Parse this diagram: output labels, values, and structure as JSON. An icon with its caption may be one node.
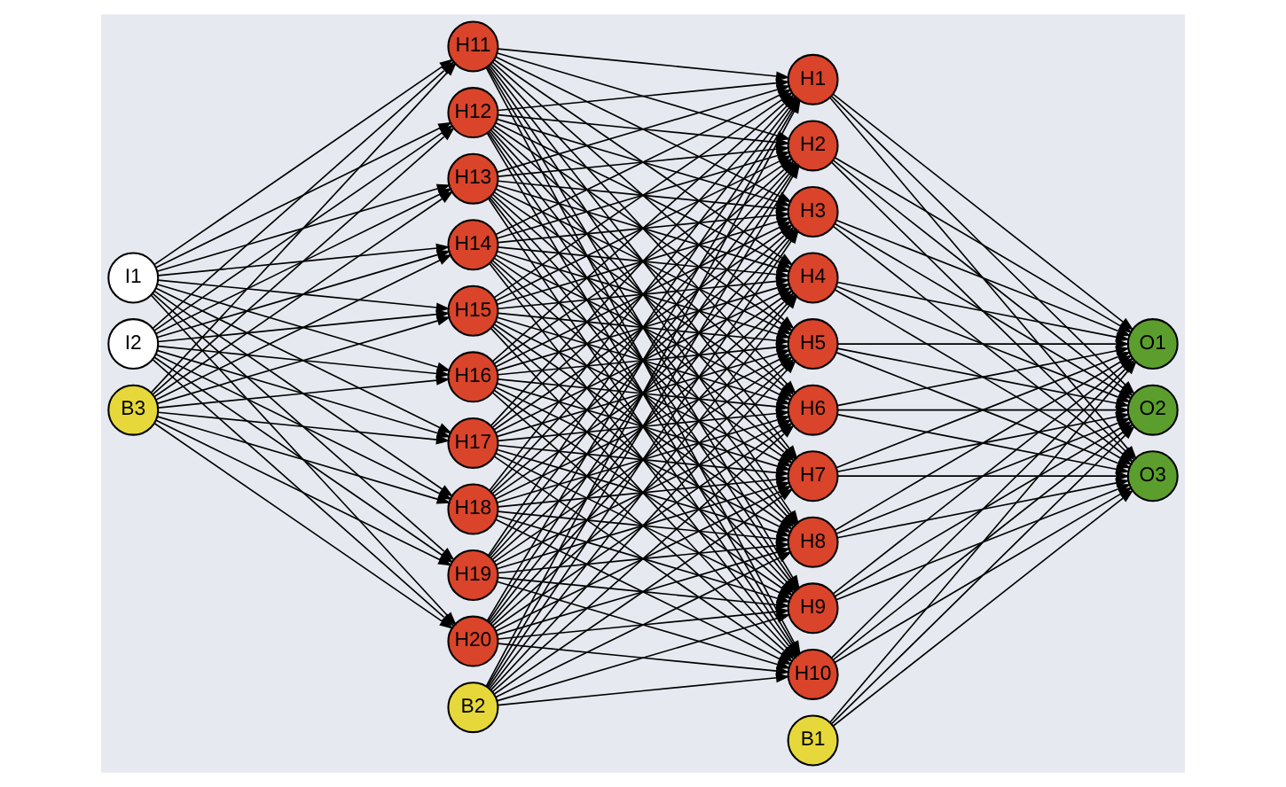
{
  "diagram": {
    "nodes": [
      {
        "text": [
          "I1"
        ]
      },
      {
        "text": [
          "I2"
        ]
      },
      {
        "text": [
          "B3"
        ]
      },
      {
        "text": [
          "H11"
        ]
      },
      {
        "text": [
          "H12"
        ]
      },
      {
        "text": [
          "H13"
        ]
      },
      {
        "text": [
          "H14"
        ]
      },
      {
        "text": [
          "H15"
        ]
      },
      {
        "text": [
          "H16"
        ]
      },
      {
        "text": [
          "H17"
        ]
      },
      {
        "text": [
          "H18"
        ]
      },
      {
        "text": [
          "H19"
        ]
      },
      {
        "text": [
          "H20"
        ]
      },
      {
        "text": [
          "B2"
        ]
      },
      {
        "text": [
          "H1"
        ]
      },
      {
        "text": [
          "H2"
        ]
      },
      {
        "text": [
          "H3"
        ]
      },
      {
        "text": [
          "H4"
        ]
      },
      {
        "text": [
          "H5"
        ]
      },
      {
        "text": [
          "H6"
        ]
      },
      {
        "text": [
          "H7"
        ]
      },
      {
        "text": [
          "H8"
        ]
      },
      {
        "text": [
          "H9"
        ]
      },
      {
        "text": [
          "H10"
        ]
      },
      {
        "text": [
          "B1"
        ]
      },
      {
        "text": [
          "O1"
        ]
      },
      {
        "text": [
          "O2"
        ]
      },
      {
        "text": [
          "O3"
        ]
      }
    ],
    "edges": [
      {
        "from": 0,
        "to": 3,
        "arrow": "to"
      },
      {
        "from": 0,
        "to": 4,
        "arrow": "to"
      },
      {
        "from": 0,
        "to": 5,
        "arrow": "to"
      },
      {
        "from": 0,
        "to": 6,
        "arrow": "to"
      },
      {
        "from": 0,
        "to": 7,
        "arrow": "to"
      },
      {
        "from": 0,
        "to": 8,
        "arrow": "to"
      },
      {
        "from": 0,
        "to": 9,
        "arrow": "to"
      },
      {
        "from": 0,
        "to": 10,
        "arrow": "to"
      },
      {
        "from": 0,
        "to": 11,
        "arrow": "to"
      },
      {
        "from": 0,
        "to": 12,
        "arrow": "to"
      },
      {
        "from": 1,
        "to": 3,
        "arrow": "to"
      },
      {
        "from": 1,
        "to": 4,
        "arrow": "to"
      },
      {
        "from": 1,
        "to": 5,
        "arrow": "to"
      },
      {
        "from": 1,
        "to": 6,
        "arrow": "to"
      },
      {
        "from": 1,
        "to": 7,
        "arrow": "to"
      },
      {
        "from": 1,
        "to": 8,
        "arrow": "to"
      },
      {
        "from": 1,
        "to": 9,
        "arrow": "to"
      },
      {
        "from": 1,
        "to": 10,
        "arrow": "to"
      },
      {
        "from": 1,
        "to": 11,
        "arrow": "to"
      },
      {
        "from": 1,
        "to": 12,
        "arrow": "to"
      },
      {
        "from": 2,
        "to": 3,
        "arrow": "to"
      },
      {
        "from": 2,
        "to": 4,
        "arrow": "to"
      },
      {
        "from": 2,
        "to": 5,
        "arrow": "to"
      },
      {
        "from": 2,
        "to": 6,
        "arrow": "to"
      },
      {
        "from": 2,
        "to": 7,
        "arrow": "to"
      },
      {
        "from": 2,
        "to": 8,
        "arrow": "to"
      },
      {
        "from": 2,
        "to": 9,
        "arrow": "to"
      },
      {
        "from": 2,
        "to": 10,
        "arrow": "to"
      },
      {
        "from": 2,
        "to": 11,
        "arrow": "to"
      },
      {
        "from": 2,
        "to": 12,
        "arrow": "to"
      },
      {
        "from": 3,
        "to": 14,
        "arrow": "to"
      },
      {
        "from": 3,
        "to": 15,
        "arrow": "to"
      },
      {
        "from": 3,
        "to": 16,
        "arrow": "to"
      },
      {
        "from": 3,
        "to": 17,
        "arrow": "to"
      },
      {
        "from": 3,
        "to": 18,
        "arrow": "to"
      },
      {
        "from": 3,
        "to": 19,
        "arrow": "to"
      },
      {
        "from": 3,
        "to": 20,
        "arrow": "to"
      },
      {
        "from": 3,
        "to": 21,
        "arrow": "to"
      },
      {
        "from": 3,
        "to": 22,
        "arrow": "to"
      },
      {
        "from": 3,
        "to": 23,
        "arrow": "to"
      },
      {
        "from": 4,
        "to": 14,
        "arrow": "to"
      },
      {
        "from": 4,
        "to": 15,
        "arrow": "to"
      },
      {
        "from": 4,
        "to": 16,
        "arrow": "to"
      },
      {
        "from": 4,
        "to": 17,
        "arrow": "to"
      },
      {
        "from": 4,
        "to": 18,
        "arrow": "to"
      },
      {
        "from": 4,
        "to": 19,
        "arrow": "to"
      },
      {
        "from": 4,
        "to": 20,
        "arrow": "to"
      },
      {
        "from": 4,
        "to": 21,
        "arrow": "to"
      },
      {
        "from": 4,
        "to": 22,
        "arrow": "to"
      },
      {
        "from": 4,
        "to": 23,
        "arrow": "to"
      },
      {
        "from": 5,
        "to": 14,
        "arrow": "to"
      },
      {
        "from": 5,
        "to": 15,
        "arrow": "to"
      },
      {
        "from": 5,
        "to": 16,
        "arrow": "to"
      },
      {
        "from": 5,
        "to": 17,
        "arrow": "to"
      },
      {
        "from": 5,
        "to": 18,
        "arrow": "to"
      },
      {
        "from": 5,
        "to": 19,
        "arrow": "to"
      },
      {
        "from": 5,
        "to": 20,
        "arrow": "to"
      },
      {
        "from": 5,
        "to": 21,
        "arrow": "to"
      },
      {
        "from": 5,
        "to": 22,
        "arrow": "to"
      },
      {
        "from": 5,
        "to": 23,
        "arrow": "to"
      },
      {
        "from": 6,
        "to": 14,
        "arrow": "to"
      },
      {
        "from": 6,
        "to": 15,
        "arrow": "to"
      },
      {
        "from": 6,
        "to": 16,
        "arrow": "to"
      },
      {
        "from": 6,
        "to": 17,
        "arrow": "to"
      },
      {
        "from": 6,
        "to": 18,
        "arrow": "to"
      },
      {
        "from": 6,
        "to": 19,
        "arrow": "to"
      },
      {
        "from": 6,
        "to": 20,
        "arrow": "to"
      },
      {
        "from": 6,
        "to": 21,
        "arrow": "to"
      },
      {
        "from": 6,
        "to": 22,
        "arrow": "to"
      },
      {
        "from": 6,
        "to": 23,
        "arrow": "to"
      },
      {
        "from": 7,
        "to": 14,
        "arrow": "to"
      },
      {
        "from": 7,
        "to": 15,
        "arrow": "to"
      },
      {
        "from": 7,
        "to": 16,
        "arrow": "to"
      },
      {
        "from": 7,
        "to": 17,
        "arrow": "to"
      },
      {
        "from": 7,
        "to": 18,
        "arrow": "to"
      },
      {
        "from": 7,
        "to": 19,
        "arrow": "to"
      },
      {
        "from": 7,
        "to": 20,
        "arrow": "to"
      },
      {
        "from": 7,
        "to": 21,
        "arrow": "to"
      },
      {
        "from": 7,
        "to": 22,
        "arrow": "to"
      },
      {
        "from": 7,
        "to": 23,
        "arrow": "to"
      },
      {
        "from": 8,
        "to": 14,
        "arrow": "to"
      },
      {
        "from": 8,
        "to": 15,
        "arrow": "to"
      },
      {
        "from": 8,
        "to": 16,
        "arrow": "to"
      },
      {
        "from": 8,
        "to": 17,
        "arrow": "to"
      },
      {
        "from": 8,
        "to": 18,
        "arrow": "to"
      },
      {
        "from": 8,
        "to": 19,
        "arrow": "to"
      },
      {
        "from": 8,
        "to": 20,
        "arrow": "to"
      },
      {
        "from": 8,
        "to": 21,
        "arrow": "to"
      },
      {
        "from": 8,
        "to": 22,
        "arrow": "to"
      },
      {
        "from": 8,
        "to": 23,
        "arrow": "to"
      },
      {
        "from": 9,
        "to": 14,
        "arrow": "to"
      },
      {
        "from": 9,
        "to": 15,
        "arrow": "to"
      },
      {
        "from": 9,
        "to": 16,
        "arrow": "to"
      },
      {
        "from": 9,
        "to": 17,
        "arrow": "to"
      },
      {
        "from": 9,
        "to": 18,
        "arrow": "to"
      },
      {
        "from": 9,
        "to": 19,
        "arrow": "to"
      },
      {
        "from": 9,
        "to": 20,
        "arrow": "to"
      },
      {
        "from": 9,
        "to": 21,
        "arrow": "to"
      },
      {
        "from": 9,
        "to": 22,
        "arrow": "to"
      },
      {
        "from": 9,
        "to": 23,
        "arrow": "to"
      },
      {
        "from": 10,
        "to": 14,
        "arrow": "to"
      },
      {
        "from": 10,
        "to": 15,
        "arrow": "to"
      },
      {
        "from": 10,
        "to": 16,
        "arrow": "to"
      },
      {
        "from": 10,
        "to": 17,
        "arrow": "to"
      },
      {
        "from": 10,
        "to": 18,
        "arrow": "to"
      },
      {
        "from": 10,
        "to": 19,
        "arrow": "to"
      },
      {
        "from": 10,
        "to": 20,
        "arrow": "to"
      },
      {
        "from": 10,
        "to": 21,
        "arrow": "to"
      },
      {
        "from": 10,
        "to": 22,
        "arrow": "to"
      },
      {
        "from": 10,
        "to": 23,
        "arrow": "to"
      },
      {
        "from": 11,
        "to": 14,
        "arrow": "to"
      },
      {
        "from": 11,
        "to": 15,
        "arrow": "to"
      },
      {
        "from": 11,
        "to": 16,
        "arrow": "to"
      },
      {
        "from": 11,
        "to": 17,
        "arrow": "to"
      },
      {
        "from": 11,
        "to": 18,
        "arrow": "to"
      },
      {
        "from": 11,
        "to": 19,
        "arrow": "to"
      },
      {
        "from": 11,
        "to": 20,
        "arrow": "to"
      },
      {
        "from": 11,
        "to": 21,
        "arrow": "to"
      },
      {
        "from": 11,
        "to": 22,
        "arrow": "to"
      },
      {
        "from": 11,
        "to": 23,
        "arrow": "to"
      },
      {
        "from": 12,
        "to": 14,
        "arrow": "to"
      },
      {
        "from": 12,
        "to": 15,
        "arrow": "to"
      },
      {
        "from": 12,
        "to": 16,
        "arrow": "to"
      },
      {
        "from": 12,
        "to": 17,
        "arrow": "to"
      },
      {
        "from": 12,
        "to": 18,
        "arrow": "to"
      },
      {
        "from": 12,
        "to": 19,
        "arrow": "to"
      },
      {
        "from": 12,
        "to": 20,
        "arrow": "to"
      },
      {
        "from": 12,
        "to": 21,
        "arrow": "to"
      },
      {
        "from": 12,
        "to": 22,
        "arrow": "to"
      },
      {
        "from": 12,
        "to": 23,
        "arrow": "to"
      },
      {
        "from": 13,
        "to": 14,
        "arrow": "to"
      },
      {
        "from": 13,
        "to": 15,
        "arrow": "to"
      },
      {
        "from": 13,
        "to": 16,
        "arrow": "to"
      },
      {
        "from": 13,
        "to": 17,
        "arrow": "to"
      },
      {
        "from": 13,
        "to": 18,
        "arrow": "to"
      },
      {
        "from": 13,
        "to": 19,
        "arrow": "to"
      },
      {
        "from": 13,
        "to": 20,
        "arrow": "to"
      },
      {
        "from": 13,
        "to": 21,
        "arrow": "to"
      },
      {
        "from": 13,
        "to": 22,
        "arrow": "to"
      },
      {
        "from": 13,
        "to": 23,
        "arrow": "to"
      },
      {
        "from": 14,
        "to": 25,
        "arrow": "to"
      },
      {
        "from": 14,
        "to": 26,
        "arrow": "to"
      },
      {
        "from": 14,
        "to": 27,
        "arrow": "to"
      },
      {
        "from": 15,
        "to": 25,
        "arrow": "to"
      },
      {
        "from": 15,
        "to": 26,
        "arrow": "to"
      },
      {
        "from": 15,
        "to": 27,
        "arrow": "to"
      },
      {
        "from": 16,
        "to": 25,
        "arrow": "to"
      },
      {
        "from": 16,
        "to": 26,
        "arrow": "to"
      },
      {
        "from": 16,
        "to": 27,
        "arrow": "to"
      },
      {
        "from": 17,
        "to": 25,
        "arrow": "to"
      },
      {
        "from": 17,
        "to": 26,
        "arrow": "to"
      },
      {
        "from": 17,
        "to": 27,
        "arrow": "to"
      },
      {
        "from": 18,
        "to": 25,
        "arrow": "to"
      },
      {
        "from": 18,
        "to": 26,
        "arrow": "to"
      },
      {
        "from": 18,
        "to": 27,
        "arrow": "to"
      },
      {
        "from": 19,
        "to": 25,
        "arrow": "to"
      },
      {
        "from": 19,
        "to": 26,
        "arrow": "to"
      },
      {
        "from": 19,
        "to": 27,
        "arrow": "to"
      },
      {
        "from": 20,
        "to": 25,
        "arrow": "to"
      },
      {
        "from": 20,
        "to": 26,
        "arrow": "to"
      },
      {
        "from": 20,
        "to": 27,
        "arrow": "to"
      },
      {
        "from": 21,
        "to": 25,
        "arrow": "to"
      },
      {
        "from": 21,
        "to": 26,
        "arrow": "to"
      },
      {
        "from": 21,
        "to": 27,
        "arrow": "to"
      },
      {
        "from": 22,
        "to": 25,
        "arrow": "to"
      },
      {
        "from": 22,
        "to": 26,
        "arrow": "to"
      },
      {
        "from": 22,
        "to": 27,
        "arrow": "to"
      },
      {
        "from": 23,
        "to": 25,
        "arrow": "to"
      },
      {
        "from": 23,
        "to": 26,
        "arrow": "to"
      },
      {
        "from": 23,
        "to": 27,
        "arrow": "to"
      },
      {
        "from": 24,
        "to": 25,
        "arrow": "to"
      },
      {
        "from": 24,
        "to": 26,
        "arrow": "to"
      },
      {
        "from": 24,
        "to": 27,
        "arrow": "to"
      }
    ]
  }
}
